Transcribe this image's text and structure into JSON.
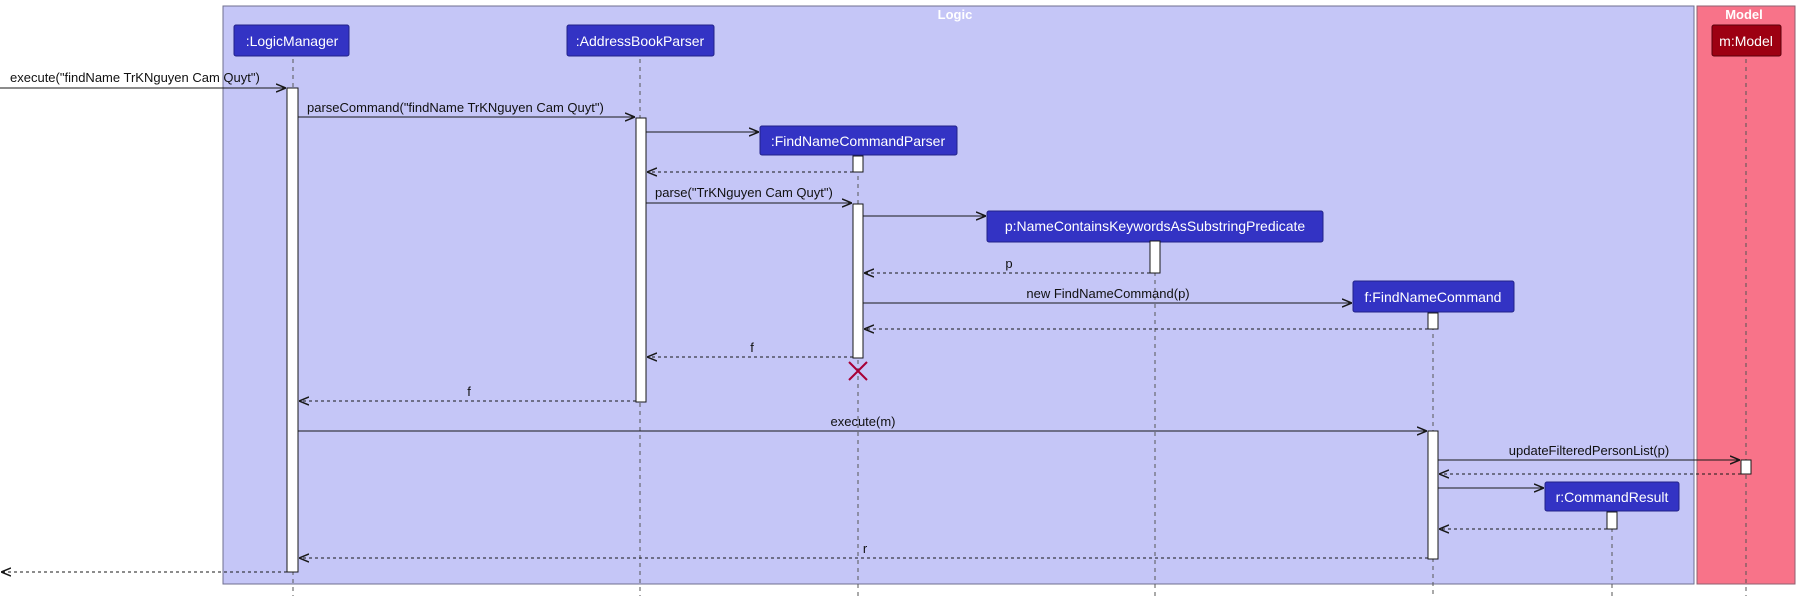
{
  "boxes": {
    "logic": {
      "label": "Logic",
      "color": "#C5C6F7"
    },
    "model": {
      "label": "Model",
      "color": "#F87389"
    }
  },
  "participants": {
    "logic_manager": {
      "label": ":LogicManager",
      "color": "#3333C4"
    },
    "address_book_parser": {
      "label": ":AddressBookParser",
      "color": "#3333C4"
    },
    "find_name_command_parser": {
      "label": ":FindNameCommandParser",
      "color": "#3333C4"
    },
    "predicate": {
      "label": "p:NameContainsKeywordsAsSubstringPredicate",
      "color": "#3333C4"
    },
    "find_name_command": {
      "label": "f:FindNameCommand",
      "color": "#3333C4"
    },
    "command_result": {
      "label": "r:CommandResult",
      "color": "#3333C4"
    },
    "model": {
      "label": "m:Model",
      "color": "#9D0012"
    }
  },
  "messages": {
    "execute_input": "execute(\"findName TrKNguyen Cam Quyt\")",
    "parse_command": "parseCommand(\"findName TrKNguyen Cam Quyt\")",
    "parse": "parse(\"TrKNguyen Cam Quyt\")",
    "return_p": "p",
    "new_find_name_command": "new FindNameCommand(p)",
    "return_f_parser": "f",
    "return_f_abp": "f",
    "execute_m": "execute(m)",
    "update_filtered": "updateFilteredPersonList(p)",
    "return_r": "r"
  },
  "destroy_marker_color": "#A80036"
}
